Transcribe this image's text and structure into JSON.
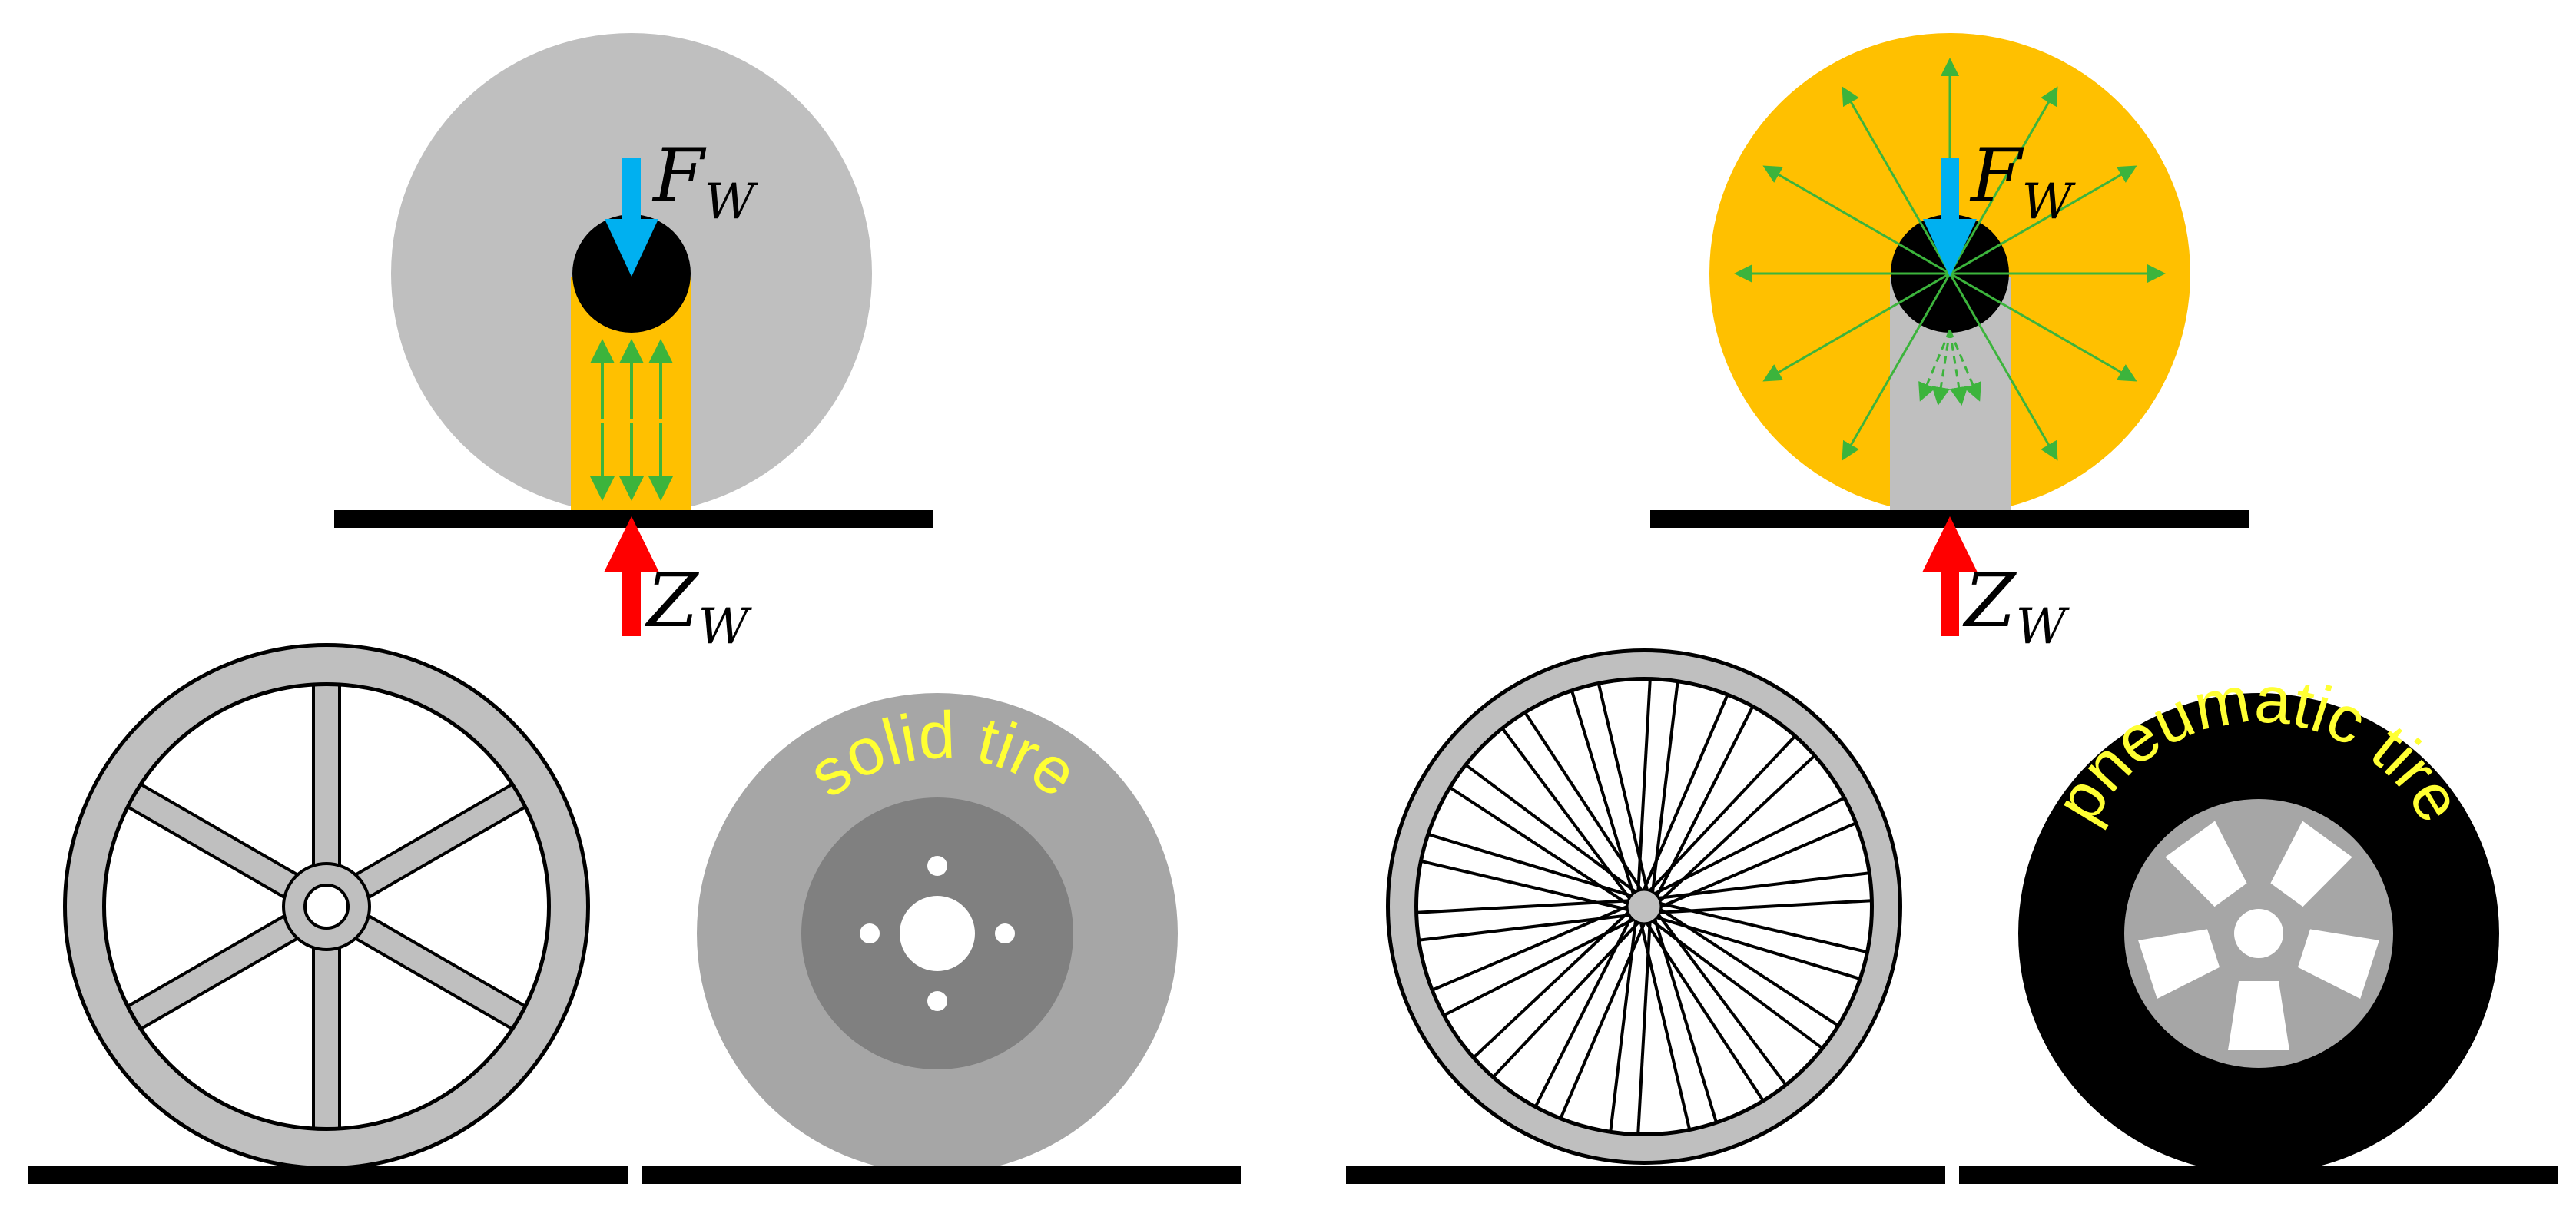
{
  "labels": {
    "force_main": "F",
    "force_sub": "W",
    "reaction_main": "Z",
    "reaction_sub": "W",
    "solid_tire": "solid tire",
    "pneumatic_tire": "pneumatic tire"
  },
  "colors": {
    "gray_wheel": "#bfbfbf",
    "pressure_fill": "#ffc000",
    "hub": "#000000",
    "load_arrow": "#00b0f0",
    "reaction_arrow": "#ff0000",
    "pressure_arrow": "#3cb43c",
    "tire_text": "#ffff33"
  }
}
